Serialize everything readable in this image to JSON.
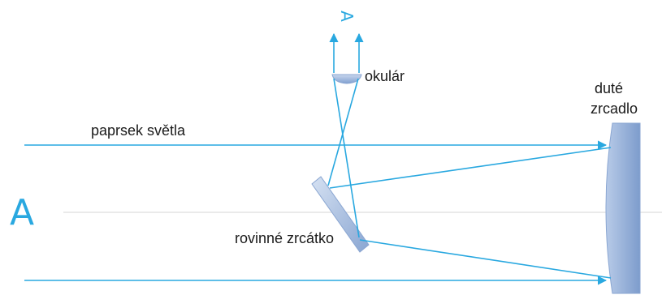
{
  "labels": {
    "eyepiece": "okulár",
    "concave_mirror_line1": "duté",
    "concave_mirror_line2": "zrcadlo",
    "light_ray": "paprsek světla",
    "plane_mirror": "rovinné zrcátko",
    "object_upright": "A",
    "image_rotated": "A"
  },
  "colors": {
    "ray": "#29a8e0",
    "mirror_dark": "#7f9fcf",
    "mirror_light": "#c6d6ee",
    "axis": "#e4e4e4",
    "text": "#1a1a1a"
  }
}
